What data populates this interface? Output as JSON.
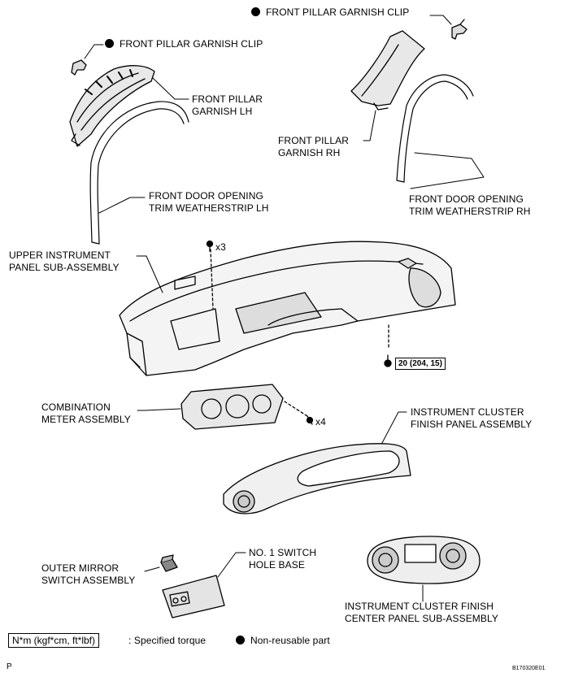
{
  "labels": {
    "clip_rh": "FRONT PILLAR GARNISH CLIP",
    "clip_lh": "FRONT PILLAR GARNISH CLIP",
    "garnish_lh": "FRONT PILLAR\nGARNISH LH",
    "garnish_rh": "FRONT PILLAR\nGARNISH RH",
    "weatherstrip_lh": "FRONT DOOR OPENING\nTRIM WEATHERSTRIP LH",
    "weatherstrip_rh": "FRONT DOOR OPENING\nTRIM WEATHERSTRIP RH",
    "upper_panel": "UPPER INSTRUMENT\nPANEL SUB-ASSEMBLY",
    "combination_meter": "COMBINATION\nMETER ASSEMBLY",
    "cluster_finish": "INSTRUMENT CLUSTER\nFINISH PANEL ASSEMBLY",
    "outer_mirror": "OUTER MIRROR\nSWITCH ASSEMBLY",
    "switch_base": "NO. 1 SWITCH\nHOLE BASE",
    "center_panel": "INSTRUMENT CLUSTER FINISH\nCENTER PANEL SUB-ASSEMBLY"
  },
  "quantities": {
    "panel_screws": "x3",
    "meter_screws": "x4"
  },
  "torque": "20 (204, 15)",
  "legend": {
    "torque_unit": "N*m (kgf*cm, ft*lbf)",
    "torque_text": ": Specified torque",
    "nonreusable_text": "Non-reusable part"
  },
  "corner_letter": "P",
  "figure_code": "B170320E01",
  "colors": {
    "ink": "#000000",
    "paper": "#ffffff",
    "shade": "#c8c8c8"
  }
}
